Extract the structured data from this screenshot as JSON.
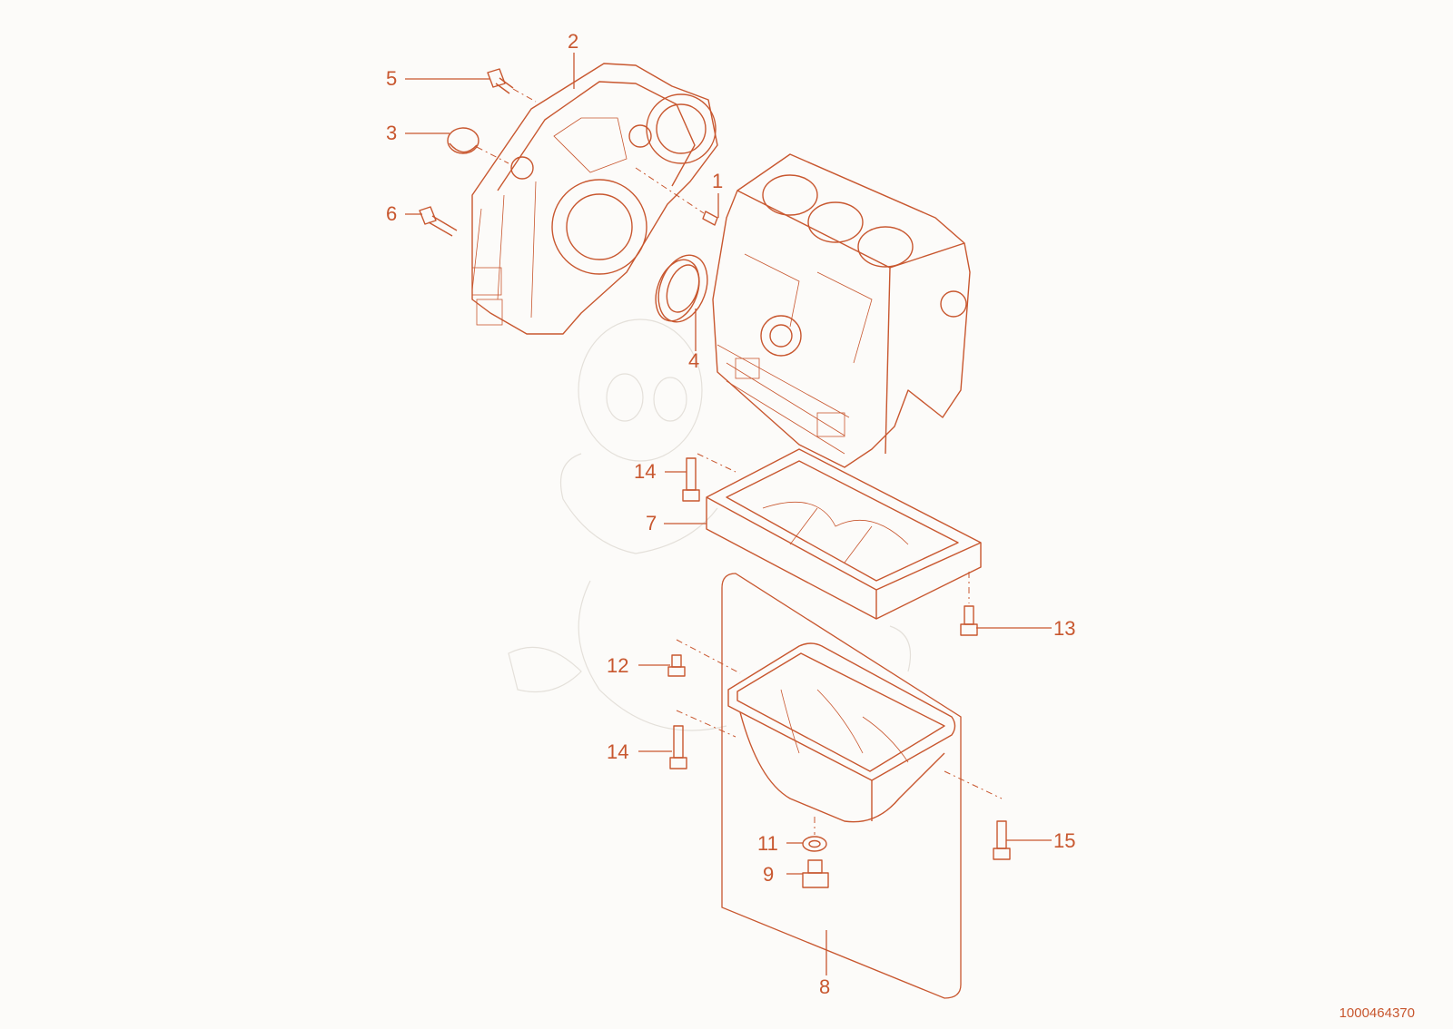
{
  "diagram": {
    "accent_color": "#c8572f",
    "background_color": "#fcfbf9",
    "document_number": "1000464370",
    "callouts": [
      {
        "id": "1",
        "label": "1"
      },
      {
        "id": "2",
        "label": "2"
      },
      {
        "id": "3",
        "label": "3"
      },
      {
        "id": "4",
        "label": "4"
      },
      {
        "id": "5",
        "label": "5"
      },
      {
        "id": "6",
        "label": "6"
      },
      {
        "id": "7",
        "label": "7"
      },
      {
        "id": "8",
        "label": "8"
      },
      {
        "id": "9",
        "label": "9"
      },
      {
        "id": "11",
        "label": "11"
      },
      {
        "id": "12",
        "label": "12"
      },
      {
        "id": "13",
        "label": "13"
      },
      {
        "id": "14a",
        "label": "14"
      },
      {
        "id": "14b",
        "label": "14"
      },
      {
        "id": "15",
        "label": "15"
      }
    ]
  }
}
